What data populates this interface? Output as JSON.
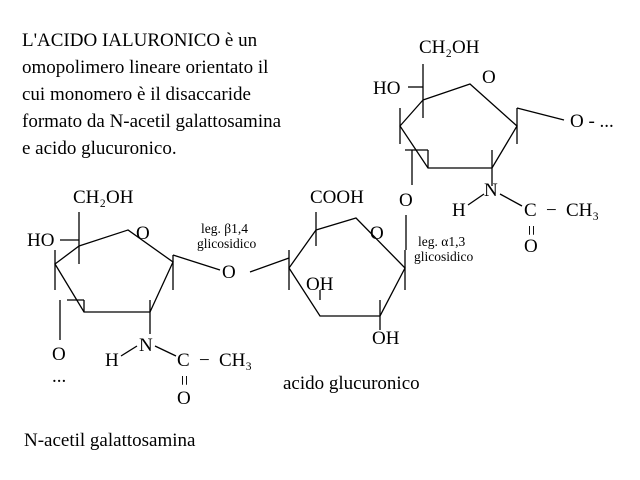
{
  "intro_lines": [
    "L'ACIDO  IALURONICO è un",
    "omopolimero lineare orientato il",
    "cui monomero è il disaccaride",
    "formato da N-acetil galattosamina",
    "e acido glucuronico."
  ],
  "labels": {
    "ch2oh": "CH₂OH",
    "ho": "HO",
    "ring_o": "O",
    "o": "O",
    "oh": "OH",
    "cooh": "COOH",
    "n": "N",
    "h": "H",
    "c": "C",
    "dash": "−",
    "ch3": "CH₃",
    "double_bond": "=",
    "ellipsis": "...",
    "o_ellipsis": "O - ..."
  },
  "bond_beta": {
    "line1": "leg. β1,4",
    "line2": "glicosidico"
  },
  "bond_alpha": {
    "line1": "leg. α1,3",
    "line2": "glicosidico"
  },
  "names": {
    "glucuronic": "acido glucuronico",
    "galactosamine": "N-acetil galattosamina"
  }
}
